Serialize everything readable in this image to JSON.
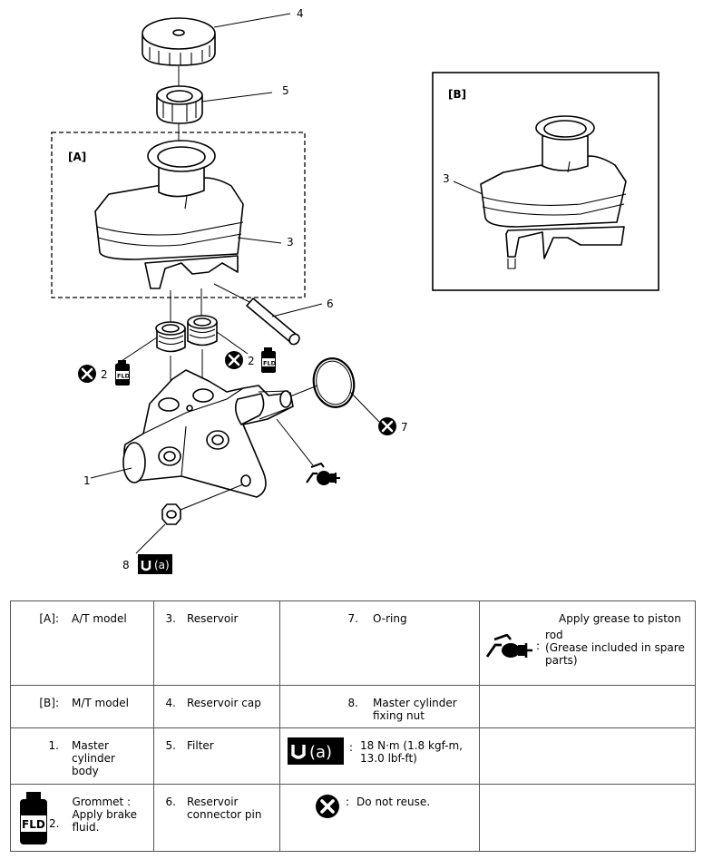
{
  "diagram": {
    "callouts": {
      "c1": "1",
      "c2a": "2",
      "c2b": "2",
      "c3a": "3",
      "c3b": "3",
      "c4": "4",
      "c5": "5",
      "c6": "6",
      "c7": "7",
      "c8": "8"
    },
    "labels": {
      "box_a": "[A]",
      "box_b": "[B]"
    },
    "icon_texts": {
      "fld": "FLD",
      "torque": "(a)"
    }
  },
  "legend": {
    "r1": {
      "a_key": "[A]:",
      "a_val": "A/T model",
      "b_key": "3.",
      "b_val": "Reservoir",
      "c_key": "7.",
      "c_val": "O-ring",
      "d_line1": "Apply grease to piston",
      "d_colon": ":",
      "d_line2": "rod",
      "d_line3": "(Grease included in spare parts)"
    },
    "r2": {
      "a_key": "[B]:",
      "a_val": "M/T model",
      "b_key": "4.",
      "b_val": "Reservoir cap",
      "c_key": "8.",
      "c_val": "Master cylinder fixing nut"
    },
    "r3": {
      "a_key": "1.",
      "a_val": "Master cylinder body",
      "b_key": "5.",
      "b_val": "Filter",
      "c_colon": ":",
      "c_val": "18 N·m (1.8 kgf-m, 13.0 lbf-ft)"
    },
    "r4": {
      "a_key": "2.",
      "a_val": "Grommet : Apply brake fluid.",
      "b_key": "6.",
      "b_val": "Reservoir connector pin",
      "c_colon": ":",
      "c_val": "Do not reuse."
    }
  }
}
